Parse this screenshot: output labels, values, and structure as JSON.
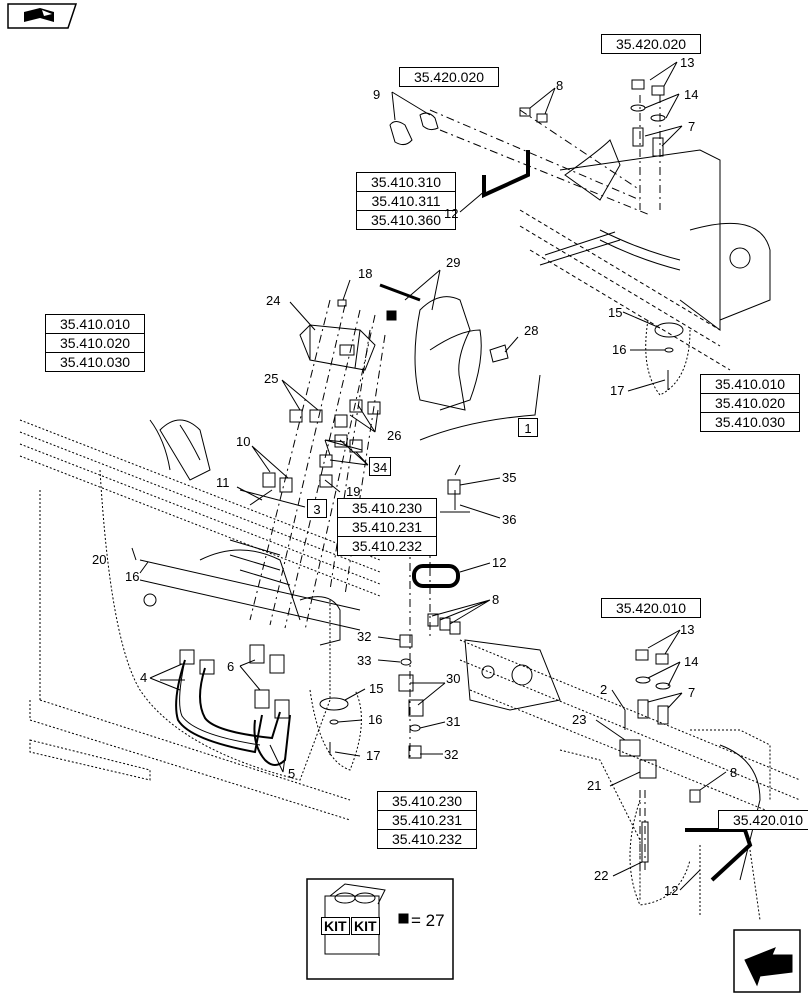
{
  "references": {
    "r_top_left": "35.420.020",
    "r_top_right": "35.420.020",
    "r_group_upper": [
      "35.410.310",
      "35.410.311",
      "35.410.360"
    ],
    "r_group_left": [
      "35.410.010",
      "35.410.020",
      "35.410.030"
    ],
    "r_group_right": [
      "35.410.010",
      "35.410.020",
      "35.410.030"
    ],
    "r_group_mid": [
      "35.410.230",
      "35.410.231",
      "35.410.232"
    ],
    "r_group_low": [
      "35.410.230",
      "35.410.231",
      "35.410.232"
    ],
    "r_mid_right": "35.420.010",
    "r_low_right": "35.420.010"
  },
  "callouts": {
    "c1": "1",
    "c2": "2",
    "c3": "3",
    "c4": "4",
    "c5": "5",
    "c6": "6",
    "c7a": "7",
    "c7b": "7",
    "c8a": "8",
    "c8b": "8",
    "c8c": "8",
    "c9": "9",
    "c10": "10",
    "c11": "11",
    "c12a": "12",
    "c12b": "12",
    "c12c": "12",
    "c13a": "13",
    "c13b": "13",
    "c14a": "14",
    "c14b": "14",
    "c15a": "15",
    "c15b": "15",
    "c16a": "16",
    "c16b": "16",
    "c16c": "16",
    "c17a": "17",
    "c17b": "17",
    "c18": "18",
    "c19": "19",
    "c20": "20",
    "c21": "21",
    "c22": "22",
    "c23": "23",
    "c24": "24",
    "c25": "25",
    "c26": "26",
    "c28": "28",
    "c29": "29",
    "c30": "30",
    "c31": "31",
    "c32a": "32",
    "c32b": "32",
    "c33": "33",
    "c34": "34",
    "c35": "35",
    "c36": "36"
  },
  "kit": {
    "label_left": "KIT",
    "label_right": "KIT",
    "legend": "= 27"
  },
  "icons": {
    "top_left": "book-arrow-icon",
    "bottom_right": "next-page-arrow-icon"
  }
}
